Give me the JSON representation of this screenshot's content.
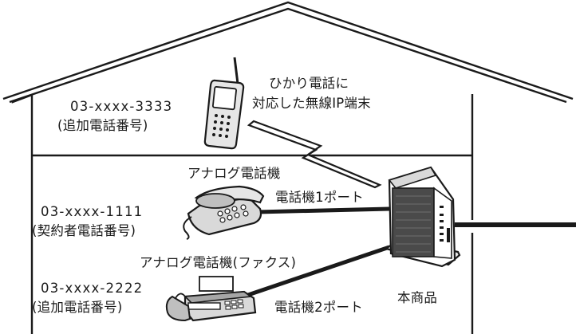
{
  "mobile": {
    "caption_line1": "ひかり電話に",
    "caption_line2": "対応した無線IP端末",
    "number": "03-xxxx-3333",
    "number_note": "(追加電話番号)"
  },
  "phone": {
    "caption": "アナログ電話機",
    "number": "03-xxxx-1111",
    "number_note": "(契約者電話番号)",
    "port_label": "電話機1ポート"
  },
  "fax": {
    "caption": "アナログ電話機(ファクス)",
    "number": "03-xxxx-2222",
    "number_note": "(追加電話番号)",
    "port_label": "電話機2ポート"
  },
  "router": {
    "label": "本商品"
  },
  "colors": {
    "line": "#1a1a1a",
    "device_gray": "#d9d9d9",
    "device_dark": "#4a4a4a",
    "background": "#ffffff"
  },
  "icons": [
    "wireless-handset-icon",
    "analog-telephone-icon",
    "fax-machine-icon",
    "router-icon",
    "wireless-signal-icon",
    "house-outline-icon"
  ]
}
